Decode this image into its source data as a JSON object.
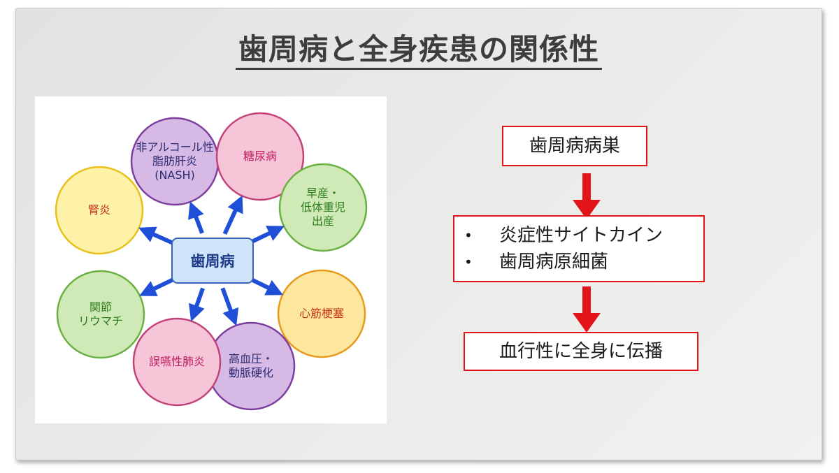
{
  "title": "歯周病と全身疾患の関係性",
  "diagram": {
    "center": "歯周病",
    "nodes": [
      {
        "id": "nash",
        "lines": [
          "非アルコール性",
          "脂肪肝炎",
          "(NASH)"
        ],
        "fill": "#d7b9e6",
        "stroke": "#7d3f9e",
        "text_color": "#2a2a6e"
      },
      {
        "id": "diabetes",
        "lines": [
          "糖尿病"
        ],
        "fill": "#f6c6d8",
        "stroke": "#c2437a",
        "text_color": "#c01e5f"
      },
      {
        "id": "preterm",
        "lines": [
          "早産・",
          "低体重児",
          "出産"
        ],
        "fill": "#cfeab6",
        "stroke": "#6ab042",
        "text_color": "#2e7d1e"
      },
      {
        "id": "mi",
        "lines": [
          "心筋梗塞"
        ],
        "fill": "#fde79f",
        "stroke": "#e89a1a",
        "text_color": "#c8321b"
      },
      {
        "id": "hypertension",
        "lines": [
          "高血圧・",
          "動脈硬化"
        ],
        "fill": "#d7b9e6",
        "stroke": "#7d3f9e",
        "text_color": "#2a2a6e"
      },
      {
        "id": "aspiration",
        "lines": [
          "誤嚥性肺炎"
        ],
        "fill": "#f6c6d8",
        "stroke": "#c2437a",
        "text_color": "#c01e5f"
      },
      {
        "id": "rheumatism",
        "lines": [
          "関節",
          "リウマチ"
        ],
        "fill": "#cfeab6",
        "stroke": "#6ab042",
        "text_color": "#2e7d1e"
      },
      {
        "id": "nephritis",
        "lines": [
          "腎炎"
        ],
        "fill": "#fdf2a8",
        "stroke": "#e8c01a",
        "text_color": "#c8321b"
      }
    ]
  },
  "flow": {
    "top": "歯周病病巣",
    "middle_items": [
      "炎症性サイトカイン",
      "歯周病原細菌"
    ],
    "bullet": "•",
    "bottom": "血行性に全身に伝播"
  },
  "colors": {
    "accent_red": "#e3151b",
    "arrow_blue": "#1f4fd6",
    "center_fill": "#cfe4f8",
    "center_stroke": "#3a62b8",
    "title_color": "#3d3d3d"
  }
}
